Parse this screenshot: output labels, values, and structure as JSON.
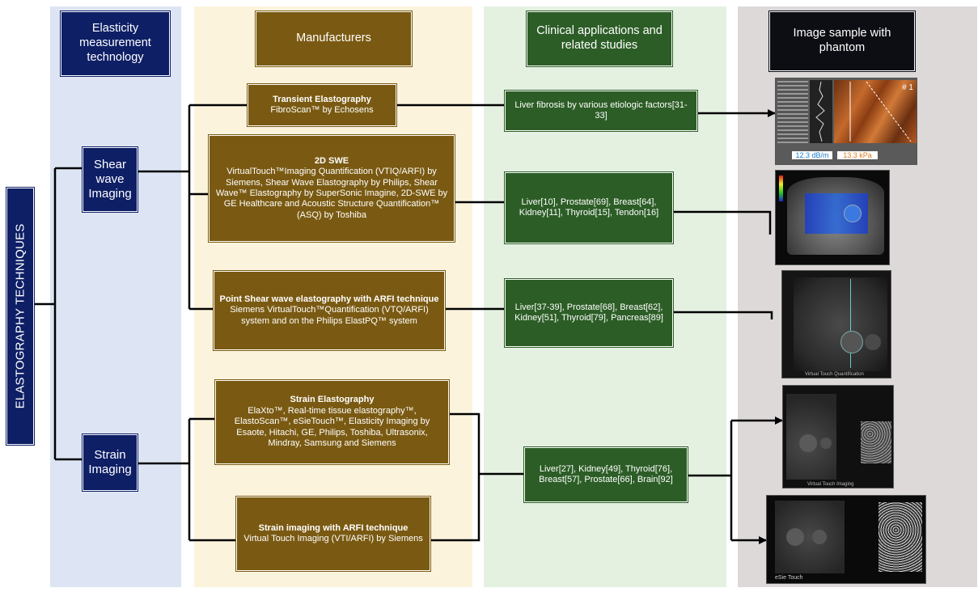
{
  "columns": {
    "technology": "Elasticity measurement technology",
    "manufacturers": "Manufacturers",
    "clinical": "Clinical applications and related studies",
    "images": "Image sample with phantom"
  },
  "root": "ELASTOGRAPHY TECHNIQUES",
  "categories": {
    "shear": "Shear wave Imaging",
    "strain": "Strain Imaging"
  },
  "manufacturers": [
    {
      "title": "Transient Elastography",
      "body": "FibroScan™ by Echosens"
    },
    {
      "title": "2D SWE",
      "body": "VirtualTouch™Imaging Quantification (VTIQ/ARFI) by Siemens, Shear Wave Elastography by Philips, Shear Wave™ Elastography by SuperSonic Imagine, 2D-SWE by GE Healthcare and Acoustic Structure Quantification™ (ASQ) by Toshiba"
    },
    {
      "title": "Point Shear wave elastography with ARFI technique",
      "body": "Siemens VirtualTouch™Quantification (VTQ/ARFI) system and on the Philips ElastPQ™ system"
    },
    {
      "title": "Strain Elastography",
      "body": "ElaXto™, Real-time tissue elastography™, ElastoScan™, eSieTouch™, Elasticity Imaging by Esaote, Hitachi, GE, Philips, Toshiba, Ultrasonix, Mindray, Samsung and Siemens"
    },
    {
      "title": "Strain imaging with ARFI technique",
      "body": "Virtual Touch Imaging (VTI/ARFI) by Siemens"
    }
  ],
  "clinical": [
    "Liver fibrosis by various etiologic factors[31-33]",
    "Liver[10], Prostate[69], Breast[64], Kidney[11], Thyroid[15], Tendon[16]",
    "Liver[37-39], Prostate[68], Breast[62], Kidney[51], Thyroid[79], Pancreas[89]",
    "Liver[27], Kidney[49], Thyroid[76], Breast[57], Prostate[66], Brain[92]"
  ],
  "images": {
    "fibroscan_readout_1": "12.3 dB/m",
    "fibroscan_readout_2": "13.3 kPa",
    "fibroscan_label": "# 1",
    "vtq_caption": "Virtual Touch Quantification",
    "vti_caption": "Virtual Touch Imaging",
    "esie_caption": "eSie Touch"
  },
  "colors": {
    "navy": "#0e1f66",
    "brown": "#7a5a12",
    "green": "#2c5d26",
    "black": "#0d0d14"
  }
}
